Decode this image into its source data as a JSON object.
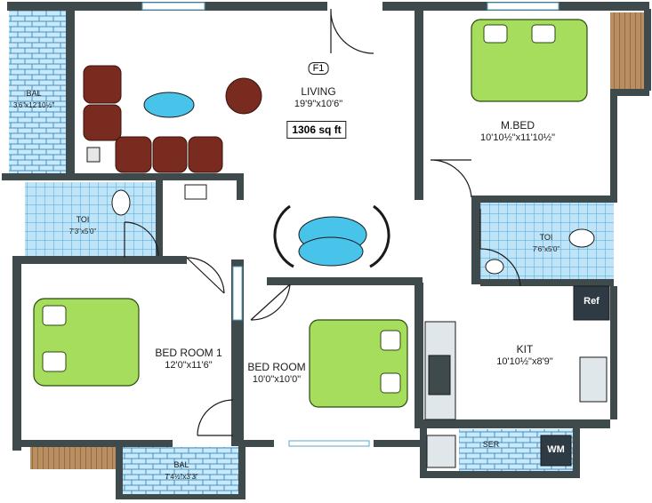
{
  "plan": {
    "unit_badge": "F1",
    "area": "1306 sq ft",
    "rooms": {
      "living": {
        "name": "LIVING",
        "dim": "19'9\"x10'6\""
      },
      "bal_top": {
        "name": "BAL",
        "dim": "3'6\"x12'10½\""
      },
      "mbed": {
        "name": "M.BED",
        "dim": "10'10½\"x11'10½\""
      },
      "toi_left": {
        "name": "TOI",
        "dim": "7'3\"x5'0\""
      },
      "toi_right": {
        "name": "TOI",
        "dim": "7'6\"x5'0\""
      },
      "bed1": {
        "name": "BED ROOM 1",
        "dim": "12'0\"x11'6\""
      },
      "bed2": {
        "name": "BED ROOM",
        "dim": "10'0\"x10'0\""
      },
      "kit": {
        "name": "KIT",
        "dim": "10'10½\"x8'9\""
      },
      "bal_bottom": {
        "name": "BAL",
        "dim": "7'4½\"x3'3\""
      },
      "ser": {
        "name": "SER"
      }
    },
    "appliances": {
      "ref": "Ref",
      "wm": "WM"
    },
    "colors": {
      "wall": "#3f4a4c",
      "tile": "#bfe3f7",
      "bed": "#a6dd5c",
      "sofa": "#7a2b20",
      "table": "#48c4ea"
    }
  }
}
